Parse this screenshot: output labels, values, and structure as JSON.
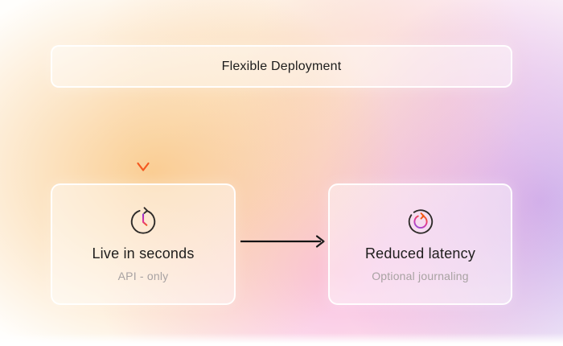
{
  "nodes": {
    "top": {
      "label": "Flexible Deployment"
    },
    "left": {
      "title": "Live in seconds",
      "subtitle": "API - only",
      "icon": "clock-timer-icon"
    },
    "right": {
      "title": "Reduced latency",
      "subtitle": "Optional journaling",
      "icon": "refresh-cycle-icon"
    }
  },
  "connectors": {
    "down_arrow": {
      "from": "top",
      "to": "left",
      "gradient": [
        "#5b21e0",
        "#e8359b",
        "#f4581f"
      ]
    },
    "right_arrow": {
      "from": "left",
      "to": "right",
      "color": "#141414"
    }
  },
  "colors": {
    "text_primary": "#1c1c1c",
    "text_secondary": "#a8a2a2",
    "node_fill": "rgba(255,255,255,0.45)",
    "node_border": "rgba(255,255,255,0.92)",
    "icon_stroke": "#2e2b29",
    "bg_peach": "#f9c682",
    "bg_pink": "#f696cd",
    "bg_purple": "#bb9ce9"
  }
}
